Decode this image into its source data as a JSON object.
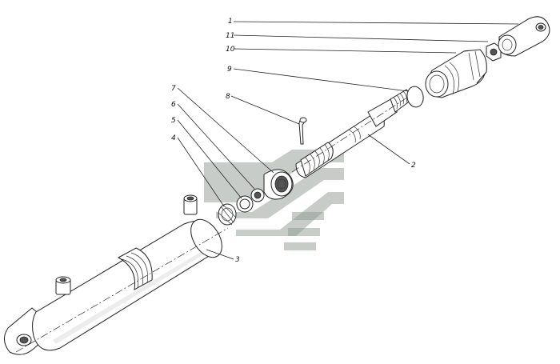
{
  "callouts": [
    {
      "id": "1",
      "label": "1"
    },
    {
      "id": "11",
      "label": "11"
    },
    {
      "id": "10",
      "label": "10"
    },
    {
      "id": "9",
      "label": "9"
    },
    {
      "id": "8",
      "label": "8"
    },
    {
      "id": "7",
      "label": "7"
    },
    {
      "id": "6",
      "label": "6"
    },
    {
      "id": "5",
      "label": "5"
    },
    {
      "id": "4",
      "label": "4"
    },
    {
      "id": "3",
      "label": "3"
    },
    {
      "id": "2",
      "label": "2"
    }
  ]
}
